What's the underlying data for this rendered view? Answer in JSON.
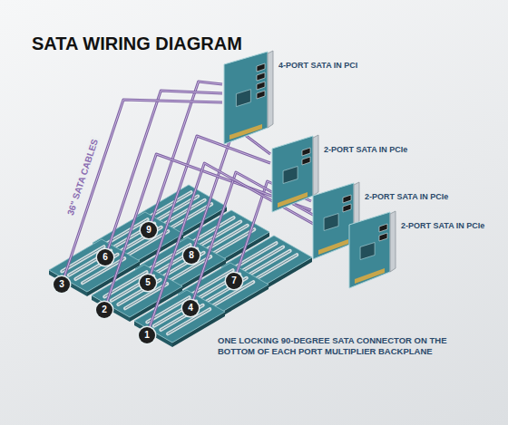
{
  "diagram": {
    "title": "SATA WIRING DIAGRAM",
    "caption": "ONE LOCKING 90-DEGREE SATA CONNECTOR ON THE BOTTOM OF EACH PORT MULTIPLIER BACKPLANE",
    "nodes": [
      {
        "text": [
          "4-PORT SATA IN PCI"
        ]
      },
      {
        "text": [
          "2-PORT SATA IN PCIe"
        ]
      },
      {
        "text": [
          "2-PORT SATA IN PCIe"
        ]
      },
      {
        "text": [
          "2-PORT SATA IN PCIe"
        ]
      },
      {
        "text": [
          "1"
        ]
      },
      {
        "text": [
          "2"
        ]
      },
      {
        "text": [
          "3"
        ]
      },
      {
        "text": [
          "4"
        ]
      },
      {
        "text": [
          "5"
        ]
      },
      {
        "text": [
          "6"
        ]
      },
      {
        "text": [
          "7"
        ]
      },
      {
        "text": [
          "8"
        ]
      },
      {
        "text": [
          "9"
        ]
      }
    ],
    "edges": [
      {
        "from": 0,
        "to": 12,
        "arrow": "none"
      },
      {
        "from": 0,
        "to": 9,
        "arrow": "none"
      },
      {
        "from": 0,
        "to": 6,
        "arrow": "none"
      },
      {
        "from": 1,
        "to": 11,
        "arrow": "none"
      },
      {
        "from": 1,
        "to": 8,
        "arrow": "none"
      },
      {
        "from": 2,
        "to": 10,
        "arrow": "none"
      },
      {
        "from": 2,
        "to": 5,
        "arrow": "none"
      },
      {
        "from": 3,
        "to": 7,
        "arrow": "none"
      },
      {
        "from": 3,
        "to": 4,
        "arrow": "none"
      }
    ],
    "labels": [
      "36\" SATA CABLES"
    ]
  }
}
